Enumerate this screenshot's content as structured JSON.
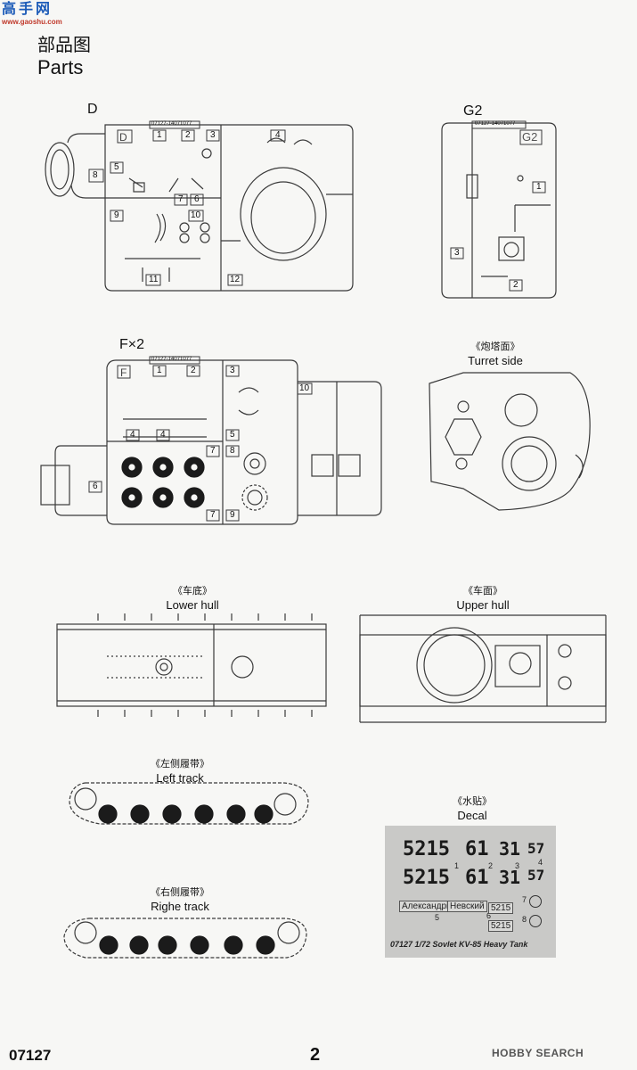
{
  "logo": {
    "top": "高手网",
    "bottom": "www.gaoshu.com"
  },
  "header": {
    "title_cn": "部品图",
    "title_en": "Parts"
  },
  "sprues": [
    {
      "id": "D",
      "label": "D",
      "code": "07127-14071077",
      "parts": [
        "1",
        "2",
        "3",
        "4",
        "5",
        "6",
        "7",
        "8",
        "9",
        "10",
        "11",
        "12"
      ]
    },
    {
      "id": "G2",
      "label": "G2",
      "code": "07127-14071077",
      "parts": [
        "1",
        "2",
        "3"
      ]
    },
    {
      "id": "F",
      "label": "F×2",
      "tag": "F",
      "code": "07127-14071077",
      "parts": [
        "1",
        "2",
        "3",
        "4",
        "5",
        "6",
        "7",
        "8",
        "9",
        "10"
      ]
    }
  ],
  "captions": {
    "turret": {
      "cn": "《炮塔面》",
      "en": "Turret side"
    },
    "lower": {
      "cn": "《车底》",
      "en": "Lower hull"
    },
    "upper": {
      "cn": "《车面》",
      "en": "Upper hull"
    },
    "left_track": {
      "cn": "《左侧履带》",
      "en": "Left track"
    },
    "right_track": {
      "cn": "《右侧履带》",
      "en": "Righe track"
    },
    "decal": {
      "cn": "《水贴》",
      "en": "Decal"
    }
  },
  "decal": {
    "row1": [
      "5215",
      "61",
      "31",
      "57"
    ],
    "row2": [
      "5215",
      "61",
      "31",
      "57"
    ],
    "nums": [
      "1",
      "2",
      "3",
      "4",
      "5",
      "6",
      "7",
      "8"
    ],
    "name1": "Александрів",
    "name2": "Невский",
    "small": [
      "5215",
      "5215"
    ],
    "caption": "07127 1/72  Sovlet KV-85 Heavy Tank"
  },
  "footer": {
    "code": "07127",
    "page": "2",
    "brand": "HOBBY SEARCH"
  },
  "colors": {
    "ink": "#3a3a3a",
    "logo_blue": "#1c5bb8",
    "logo_red": "#c0392b",
    "decal_bg": "#c9c9c7"
  }
}
